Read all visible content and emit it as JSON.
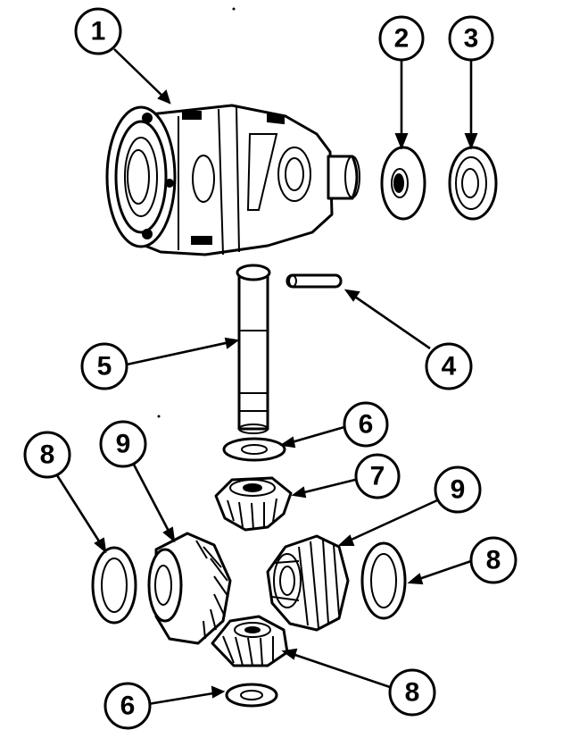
{
  "colors": {
    "line": "#000000",
    "background": "#ffffff",
    "shade": "#d9d9d9"
  },
  "parts": [
    {
      "id": "differential-case",
      "callout": "1"
    },
    {
      "id": "thrust-washer-left",
      "callout": "2"
    },
    {
      "id": "thrust-washer-right",
      "callout": "3"
    },
    {
      "id": "lock-pin",
      "callout": "4"
    },
    {
      "id": "pinion-shaft",
      "callout": "5"
    },
    {
      "id": "pinion-thrust-washer-top",
      "callout": "6"
    },
    {
      "id": "pinion-gear-top",
      "callout": "7"
    },
    {
      "id": "side-gear-left",
      "callout": "9"
    },
    {
      "id": "side-gear-right",
      "callout": "9"
    },
    {
      "id": "side-thrust-washer-left",
      "callout": "8"
    },
    {
      "id": "side-thrust-washer-right",
      "callout": "8"
    },
    {
      "id": "pinion-gear-bottom",
      "callout": "8"
    },
    {
      "id": "pinion-thrust-washer-bottom",
      "callout": "6"
    }
  ],
  "callouts": {
    "c1": "1",
    "c2": "2",
    "c3": "3",
    "c4": "4",
    "c5": "5",
    "c6a": "6",
    "c7": "7",
    "c8a": "8",
    "c9a": "9",
    "c9b": "9",
    "c8b": "8",
    "c8c": "8",
    "c6b": "6"
  }
}
